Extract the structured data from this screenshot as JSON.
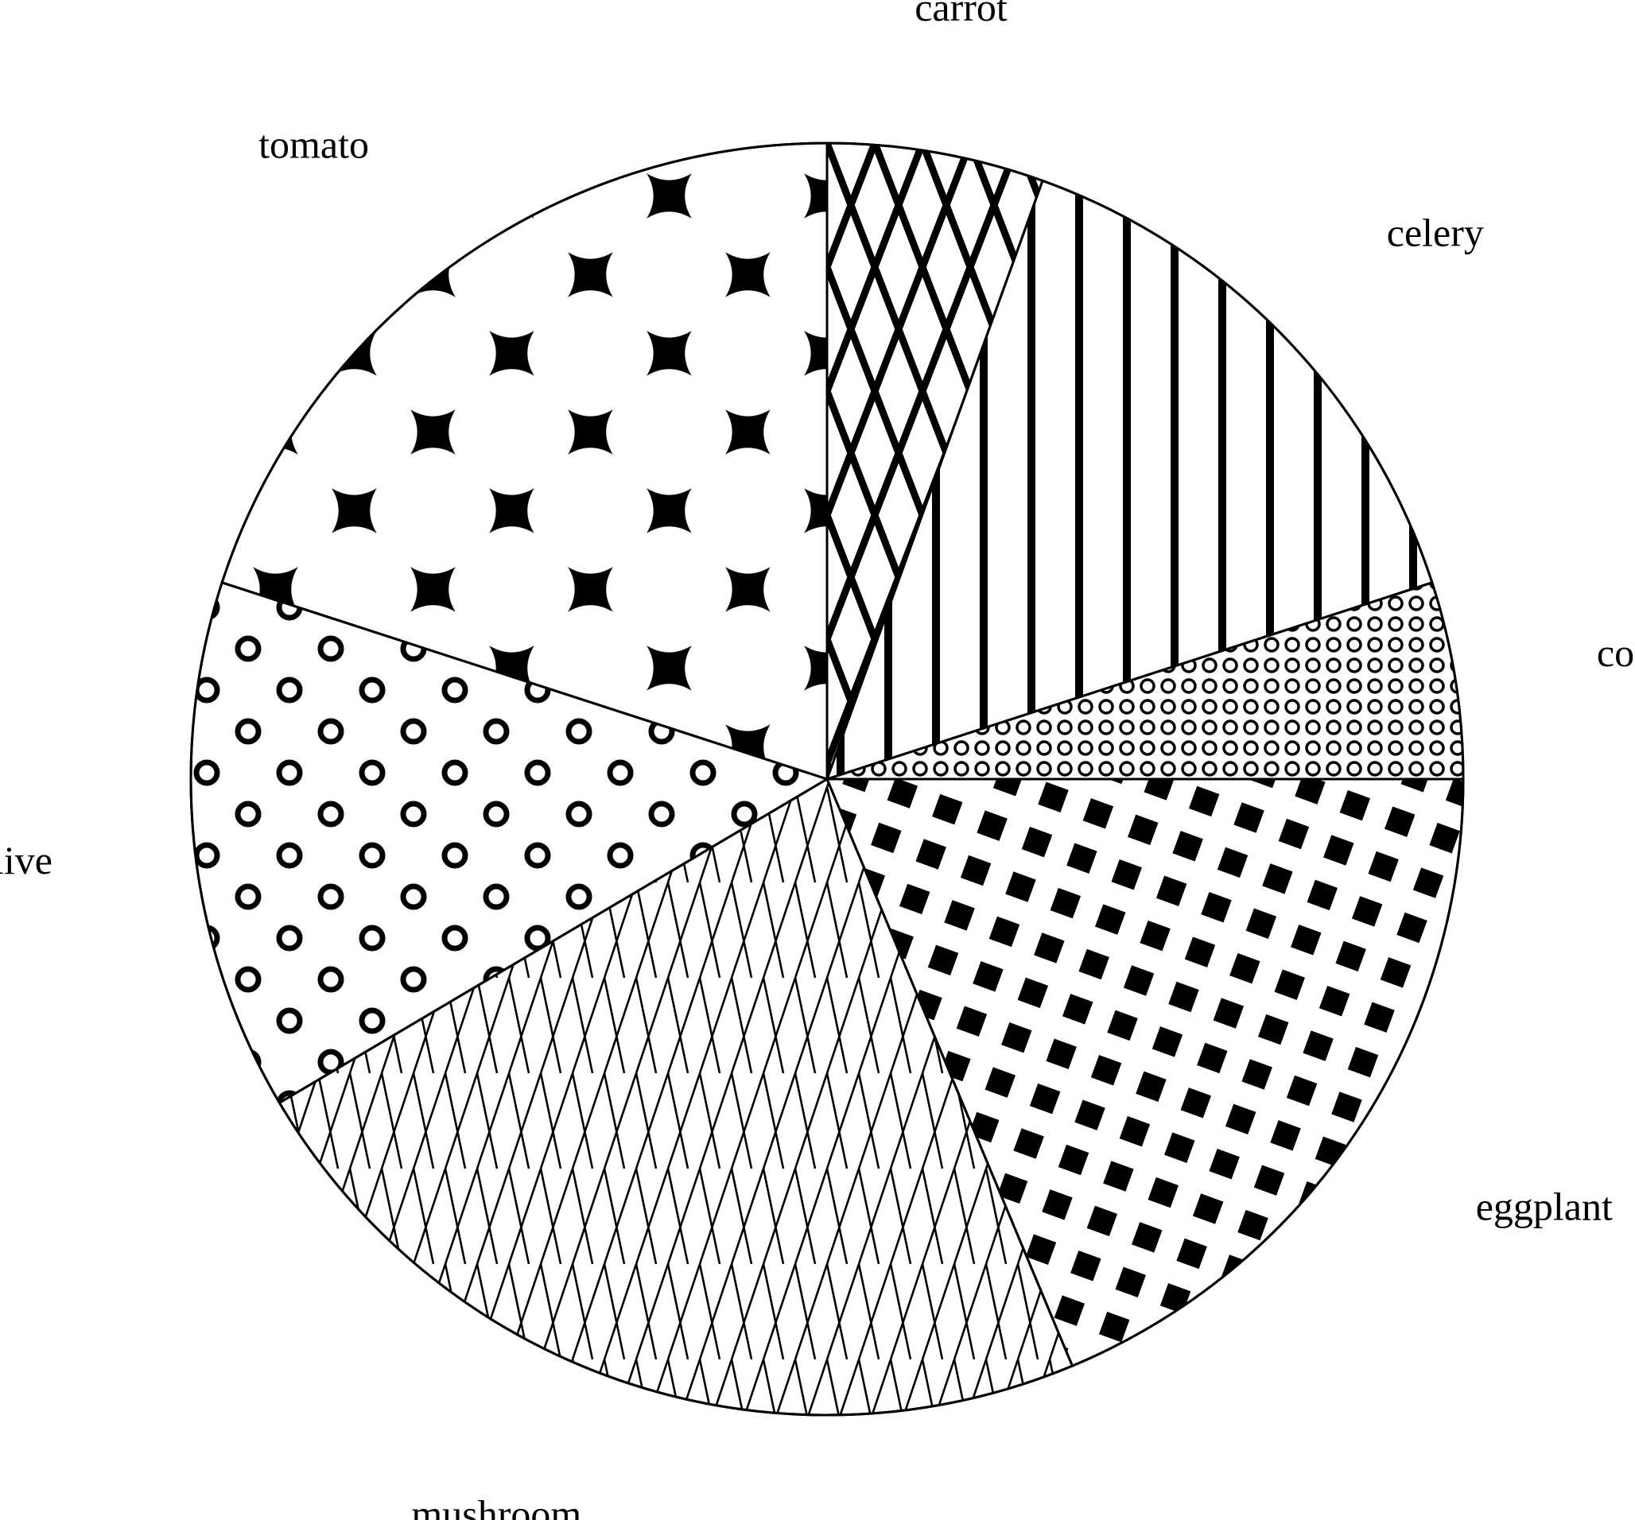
{
  "chart_data": {
    "type": "pie",
    "title": "",
    "start": "top",
    "direction": "clockwise",
    "slices": [
      {
        "label": "carrot",
        "value": 5.5,
        "pattern": "diamond-lattice"
      },
      {
        "label": "celery",
        "value": 14.5,
        "pattern": "vertical-lines"
      },
      {
        "label": "corn",
        "value": 5.0,
        "pattern": "small-rings"
      },
      {
        "label": "eggplant",
        "value": 18.7,
        "pattern": "checker-diamonds"
      },
      {
        "label": "mushroom",
        "value": 22.8,
        "pattern": "fine-crosshatch"
      },
      {
        "label": "olive",
        "value": 13.5,
        "pattern": "large-rings"
      },
      {
        "label": "tomato",
        "value": 20.0,
        "pattern": "four-point-stars"
      }
    ],
    "colors": {
      "ink": "#000000",
      "paper": "#ffffff"
    }
  }
}
